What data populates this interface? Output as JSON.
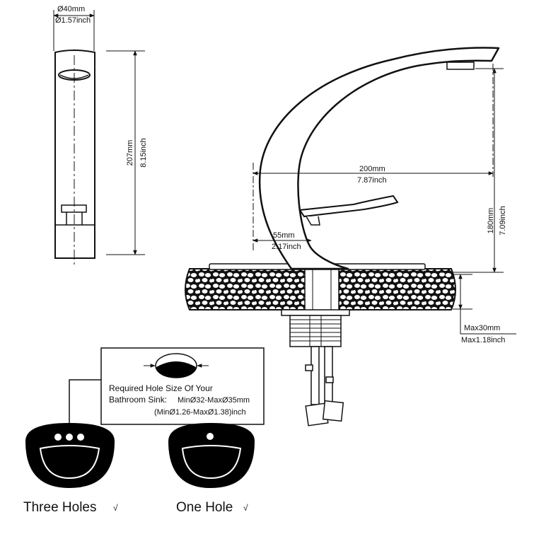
{
  "side_view": {
    "dia_mm": "Ø40mm",
    "dia_inch": "Ø1.57inch",
    "height_mm": "207mm",
    "height_inch": "8.15inch"
  },
  "front_view": {
    "reach_mm": "200mm",
    "reach_inch": "7.87inch",
    "handle_mm": "55mm",
    "handle_inch": "2.17inch",
    "spout_mm": "180mm",
    "spout_inch": "7.09inch",
    "deck_mm": "Max30mm",
    "deck_inch": "Max1.18inch"
  },
  "hole_info": {
    "line1": "Required Hole Size Of Your",
    "line2_label": "Bathroom Sink:",
    "line2_value": "MinØ32-MaxØ35mm",
    "line3": "(MinØ1.26-MaxØ1.38)inch"
  },
  "sinks": {
    "three_holes": "Three Holes",
    "one_hole": "One Hole",
    "check": "√"
  },
  "colors": {
    "line": "#111111",
    "fill": "#000000",
    "background": "#ffffff"
  }
}
